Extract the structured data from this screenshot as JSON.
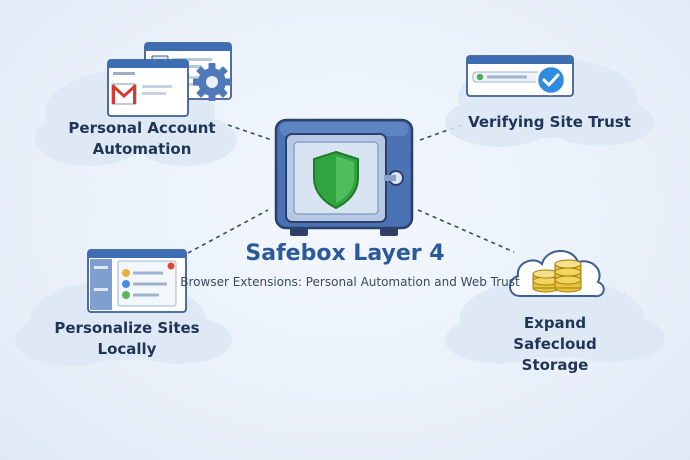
{
  "diagram": {
    "title": "Safebox Layer 4",
    "subtitle": "Browser Extensions: Personal Automation and Web Trust",
    "center_icon": "safe-with-shield-icon",
    "features": [
      {
        "label_line1": "Personal Account",
        "label_line2": "Automation",
        "icon": "browser-windows-gear-icon"
      },
      {
        "label_line1": "Verifying Site Trust",
        "label_line2": "",
        "icon": "browser-checkmark-icon"
      },
      {
        "label_line1": "Personalize Sites",
        "label_line2": "Locally",
        "icon": "browser-settings-panel-icon"
      },
      {
        "label_line1": "Expand Safecloud",
        "label_line2": "Storage",
        "icon": "cloud-coins-icon"
      }
    ]
  },
  "colors": {
    "title": "#2a5a9c",
    "label": "#1f3556",
    "safe_body": "#5b84c4",
    "shield": "#2fa43f",
    "check_badge": "#2f8be0",
    "coins": "#e8c23a"
  }
}
